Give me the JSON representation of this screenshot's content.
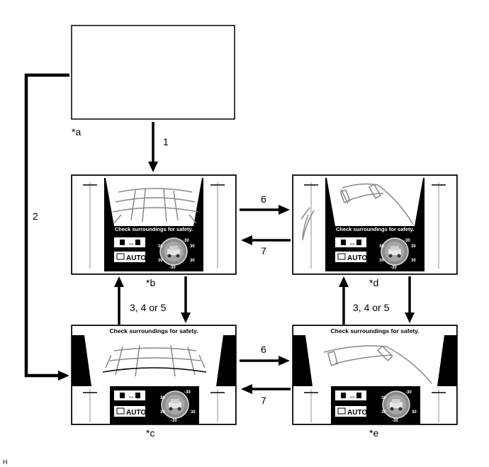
{
  "screens": {
    "a": {
      "label": "*a"
    },
    "b": {
      "label": "*b",
      "message": "Check surroundings for safety.",
      "auto_button": "AUTO"
    },
    "c": {
      "label": "*c",
      "message": "Check surroundings for safety.",
      "auto_button": "AUTO"
    },
    "d": {
      "label": "*d",
      "message": "Check surroundings for safety.",
      "auto_button": "AUTO"
    },
    "e": {
      "label": "*e",
      "message": "Check surroundings for safety.",
      "auto_button": "AUTO"
    }
  },
  "transitions": {
    "a_to_b": "1",
    "a_to_c": "2",
    "b_to_d": "6",
    "d_to_b": "7",
    "c_to_e": "6",
    "e_to_c": "7",
    "b_c": "3, 4 or 5",
    "d_e": "3, 4 or 5"
  },
  "degree_marks": {
    "pos": "30",
    "neg": "-30"
  },
  "corner_mark": "H"
}
